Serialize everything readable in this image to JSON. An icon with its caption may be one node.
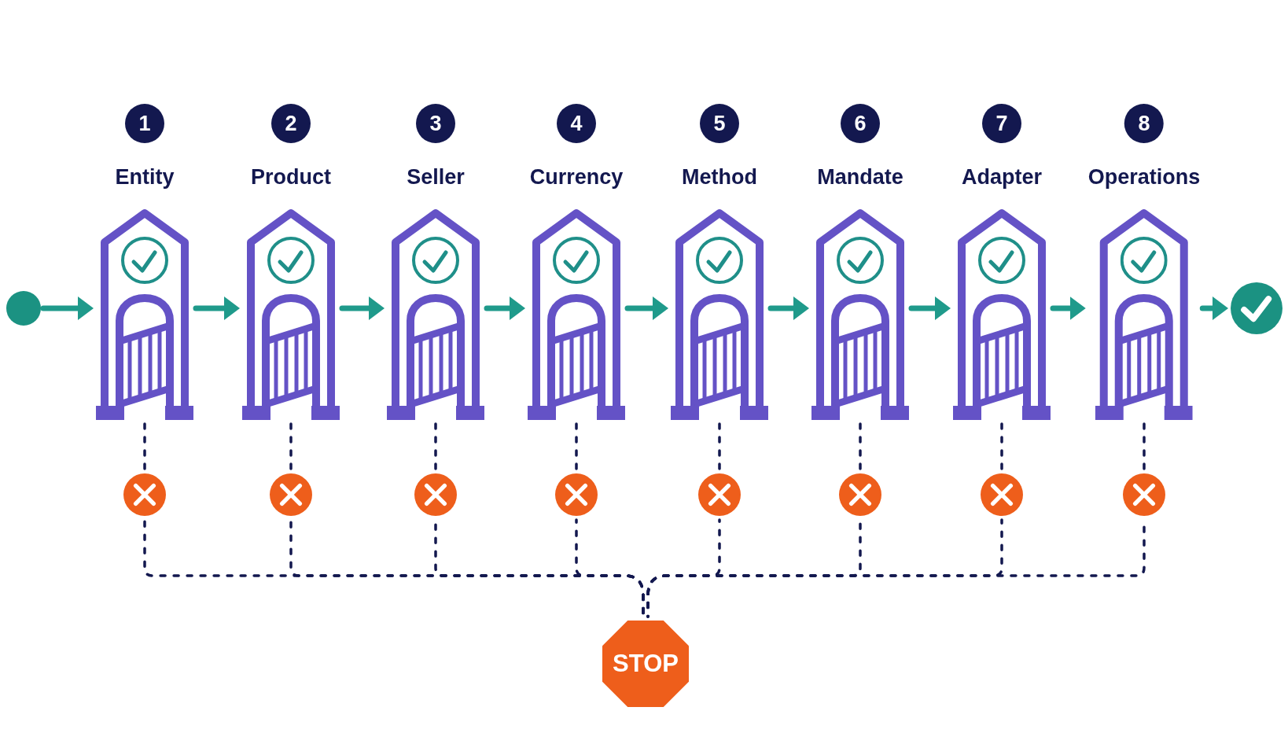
{
  "diagram": {
    "nodes": [
      {
        "text": [],
        "shape": "circle"
      },
      {
        "text": [
          "1",
          "Entity"
        ]
      },
      {
        "text": [
          "2",
          "Product"
        ]
      },
      {
        "text": [
          "3",
          "Seller"
        ]
      },
      {
        "text": [
          "4",
          "Currency"
        ]
      },
      {
        "text": [
          "5",
          "Method"
        ]
      },
      {
        "text": [
          "6",
          "Mandate"
        ]
      },
      {
        "text": [
          "7",
          "Adapter"
        ]
      },
      {
        "text": [
          "8",
          "Operations"
        ]
      },
      {
        "text": [],
        "shape": "circle"
      },
      {
        "text": [],
        "shape": "circle"
      },
      {
        "text": [],
        "shape": "circle"
      },
      {
        "text": [],
        "shape": "circle"
      },
      {
        "text": [],
        "shape": "circle"
      },
      {
        "text": [],
        "shape": "circle"
      },
      {
        "text": [],
        "shape": "circle"
      },
      {
        "text": [],
        "shape": "circle"
      },
      {
        "text": [],
        "shape": "circle"
      },
      {
        "text": [
          "STOP"
        ]
      }
    ],
    "edges": [
      {
        "from": 0,
        "to": 1,
        "arrow": "to",
        "color": "#1f9a8b"
      },
      {
        "from": 1,
        "to": 2,
        "arrow": "to",
        "color": "#1f9a8b"
      },
      {
        "from": 2,
        "to": 3,
        "arrow": "to",
        "color": "#1f9a8b"
      },
      {
        "from": 3,
        "to": 4,
        "arrow": "to",
        "color": "#1f9a8b"
      },
      {
        "from": 4,
        "to": 5,
        "arrow": "to",
        "color": "#1f9a8b"
      },
      {
        "from": 5,
        "to": 6,
        "arrow": "to",
        "color": "#1f9a8b"
      },
      {
        "from": 6,
        "to": 7,
        "arrow": "to",
        "color": "#1f9a8b"
      },
      {
        "from": 7,
        "to": 8,
        "arrow": "to",
        "color": "#1f9a8b"
      },
      {
        "from": 8,
        "to": 9,
        "arrow": "to",
        "color": "#1f9a8b"
      },
      {
        "from": 1,
        "to": 10,
        "arrow": "none",
        "style": "dashed"
      },
      {
        "from": 2,
        "to": 11,
        "arrow": "none",
        "style": "dashed"
      },
      {
        "from": 3,
        "to": 12,
        "arrow": "none",
        "style": "dashed"
      },
      {
        "from": 4,
        "to": 13,
        "arrow": "none",
        "style": "dashed"
      },
      {
        "from": 5,
        "to": 14,
        "arrow": "none",
        "style": "dashed"
      },
      {
        "from": 6,
        "to": 15,
        "arrow": "none",
        "style": "dashed"
      },
      {
        "from": 7,
        "to": 16,
        "arrow": "none",
        "style": "dashed"
      },
      {
        "from": 8,
        "to": 17,
        "arrow": "none",
        "style": "dashed"
      },
      {
        "from": 10,
        "to": 18,
        "arrow": "none",
        "style": "dashed"
      },
      {
        "from": 11,
        "to": 18,
        "arrow": "none",
        "style": "dashed"
      },
      {
        "from": 12,
        "to": 18,
        "arrow": "none",
        "style": "dashed"
      },
      {
        "from": 13,
        "to": 18,
        "arrow": "none",
        "style": "dashed"
      },
      {
        "from": 14,
        "to": 18,
        "arrow": "none",
        "style": "dashed"
      },
      {
        "from": 15,
        "to": 18,
        "arrow": "none",
        "style": "dashed"
      },
      {
        "from": 16,
        "to": 18,
        "arrow": "none",
        "style": "dashed"
      },
      {
        "from": 17,
        "to": 18,
        "arrow": "none",
        "style": "dashed"
      }
    ]
  }
}
